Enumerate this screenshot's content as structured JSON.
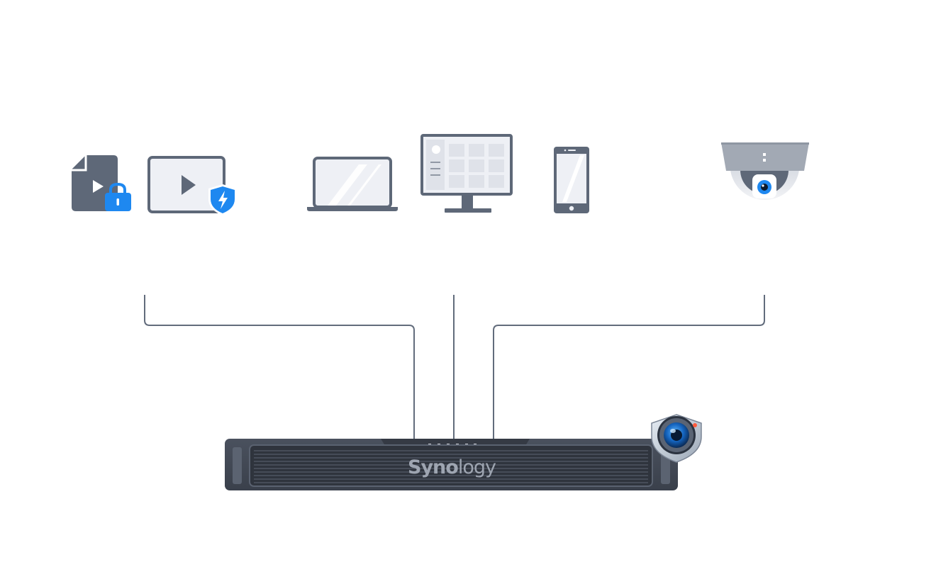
{
  "device": {
    "brand": "Synology",
    "brand_parts": {
      "bold": "Syno",
      "light": "logy"
    }
  },
  "icons": [
    "encrypted-video-file-icon",
    "protected-video-player-icon",
    "laptop-icon",
    "desktop-monitor-icon",
    "smartphone-icon",
    "dome-ip-camera-icon",
    "surveillance-station-icon"
  ],
  "colors": {
    "device_gray": "#5e6878",
    "device_dark": "#3f4552",
    "screen_fill": "#eef0f5",
    "accent_blue": "#1e88f0",
    "line": "#626c7c"
  }
}
